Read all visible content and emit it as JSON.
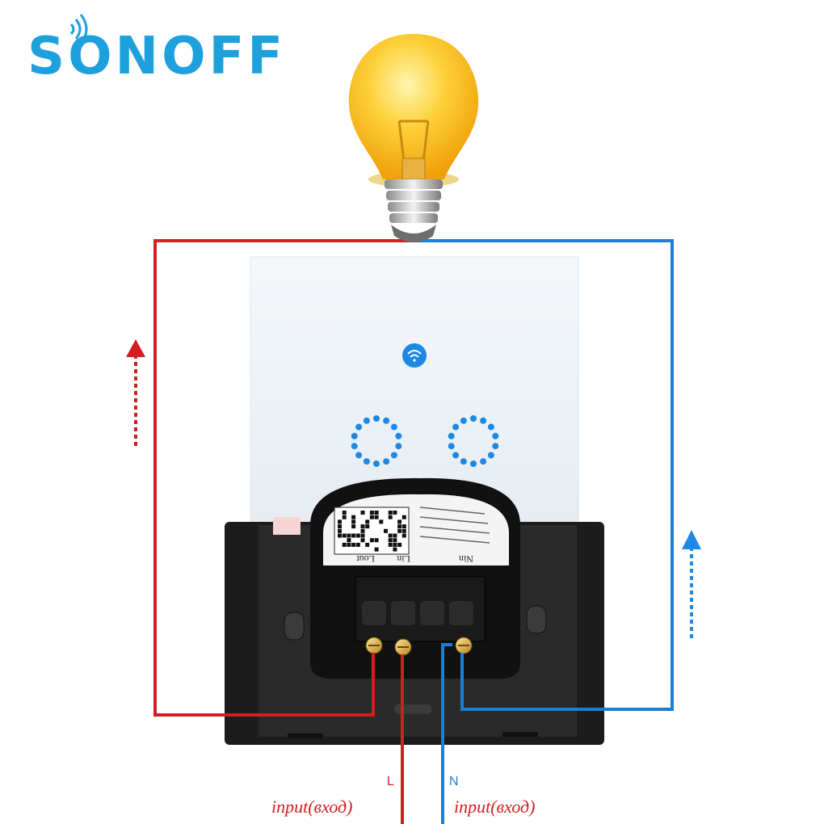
{
  "brand": {
    "name": "SONOFF",
    "color": "#1ea0dc"
  },
  "module_label": {
    "terminals": [
      "Nin",
      "Lin",
      "Lout"
    ]
  },
  "wires": {
    "live": {
      "label": "L",
      "color": "#d21e1e"
    },
    "neutral": {
      "label": "N",
      "color": "#1e7fd2"
    }
  },
  "inputs": {
    "live": "input(вход)",
    "neutral": "input(вход)"
  },
  "icons": {
    "bulb": "light-bulb-icon",
    "wifi": "wifi-icon",
    "wifi_broadcast": "wifi-broadcast-icon"
  }
}
